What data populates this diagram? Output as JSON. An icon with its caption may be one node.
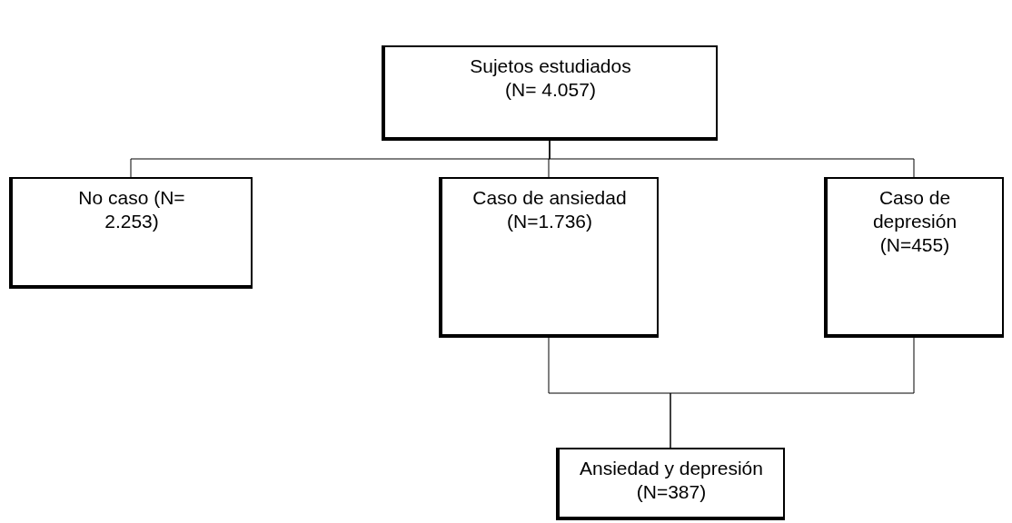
{
  "diagram": {
    "nodes": [
      {
        "text": [
          "Sujetos estudiados (N= 4.057)"
        ]
      },
      {
        "text": [
          "No caso (N= 2.253)"
        ]
      },
      {
        "text": [
          "Caso de ansiedad (N=1.736)"
        ]
      },
      {
        "text": [
          "Caso de depresión (N=455)"
        ]
      },
      {
        "text": [
          "Ansiedad y depresión (N=387)"
        ]
      }
    ],
    "edges": [
      {
        "from": 0,
        "to": 1,
        "arrow": "none"
      },
      {
        "from": 0,
        "to": 2,
        "arrow": "none"
      },
      {
        "from": 0,
        "to": 3,
        "arrow": "none"
      },
      {
        "from": 2,
        "to": 4,
        "arrow": "none"
      },
      {
        "from": 3,
        "to": 4,
        "arrow": "none"
      }
    ]
  }
}
